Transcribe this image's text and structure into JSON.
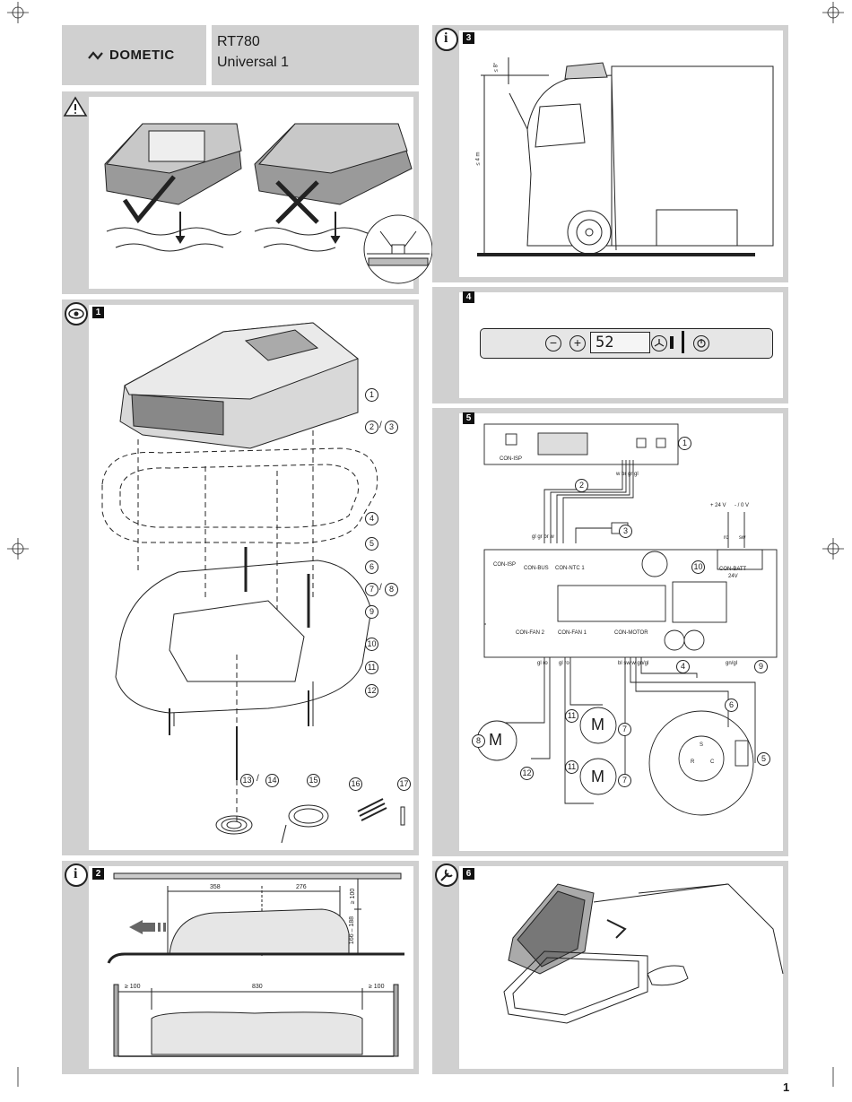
{
  "header": {
    "brand": "DOMETIC",
    "model": "RT780",
    "variant": "Universal 1"
  },
  "panels": {
    "p1": "1",
    "p2": "2",
    "p3": "3",
    "p4": "4",
    "p5": "5",
    "p6": "6"
  },
  "fig1_callouts": [
    "1",
    "2",
    "3",
    "4",
    "5",
    "6",
    "7",
    "8",
    "9",
    "10",
    "11",
    "12",
    "13",
    "14",
    "15",
    "16",
    "17"
  ],
  "fig2": {
    "dim_358": "358",
    "dim_276": "276",
    "dim_ge100_v": "≥ 100",
    "dim_166_188": "166 – 188",
    "dim_830": "830",
    "dim_ge100_left": "≥ 100",
    "dim_ge100_right": "≥ 100"
  },
  "fig3": {
    "angle": "≤ 8°",
    "height": "≤ 4 m"
  },
  "fig4": {
    "display": "52",
    "minus": "−",
    "plus": "+"
  },
  "fig5": {
    "con_isp_top": "CON-ISP",
    "con_isp": "CON-ISP",
    "con_bus": "CON-BUS",
    "con_ntc1": "CON-NTC 1",
    "con_batt": "CON-BATT",
    "batt_v": "24V",
    "plus24": "+ 24 V",
    "minus0": "- / 0 V",
    "ro": "ro",
    "sw": "sw",
    "wires_top": "w br gr gl",
    "wires_left": "gl gr br w",
    "con_fan2": "CON-FAN 2",
    "con_fan1": "CON-FAN 1",
    "con_motor": "CON-MOTOR",
    "fan2_w": "gl ro",
    "fan1_w": "gl ro",
    "motor_w": "bl sw w gn/gl",
    "gngl": "gn/gl",
    "M": "M",
    "S": "S",
    "R": "R",
    "C": "C",
    "callouts": [
      "1",
      "2",
      "3",
      "4",
      "5",
      "6",
      "7",
      "7",
      "8",
      "9",
      "10",
      "11",
      "11",
      "12"
    ]
  },
  "page_number": "1"
}
